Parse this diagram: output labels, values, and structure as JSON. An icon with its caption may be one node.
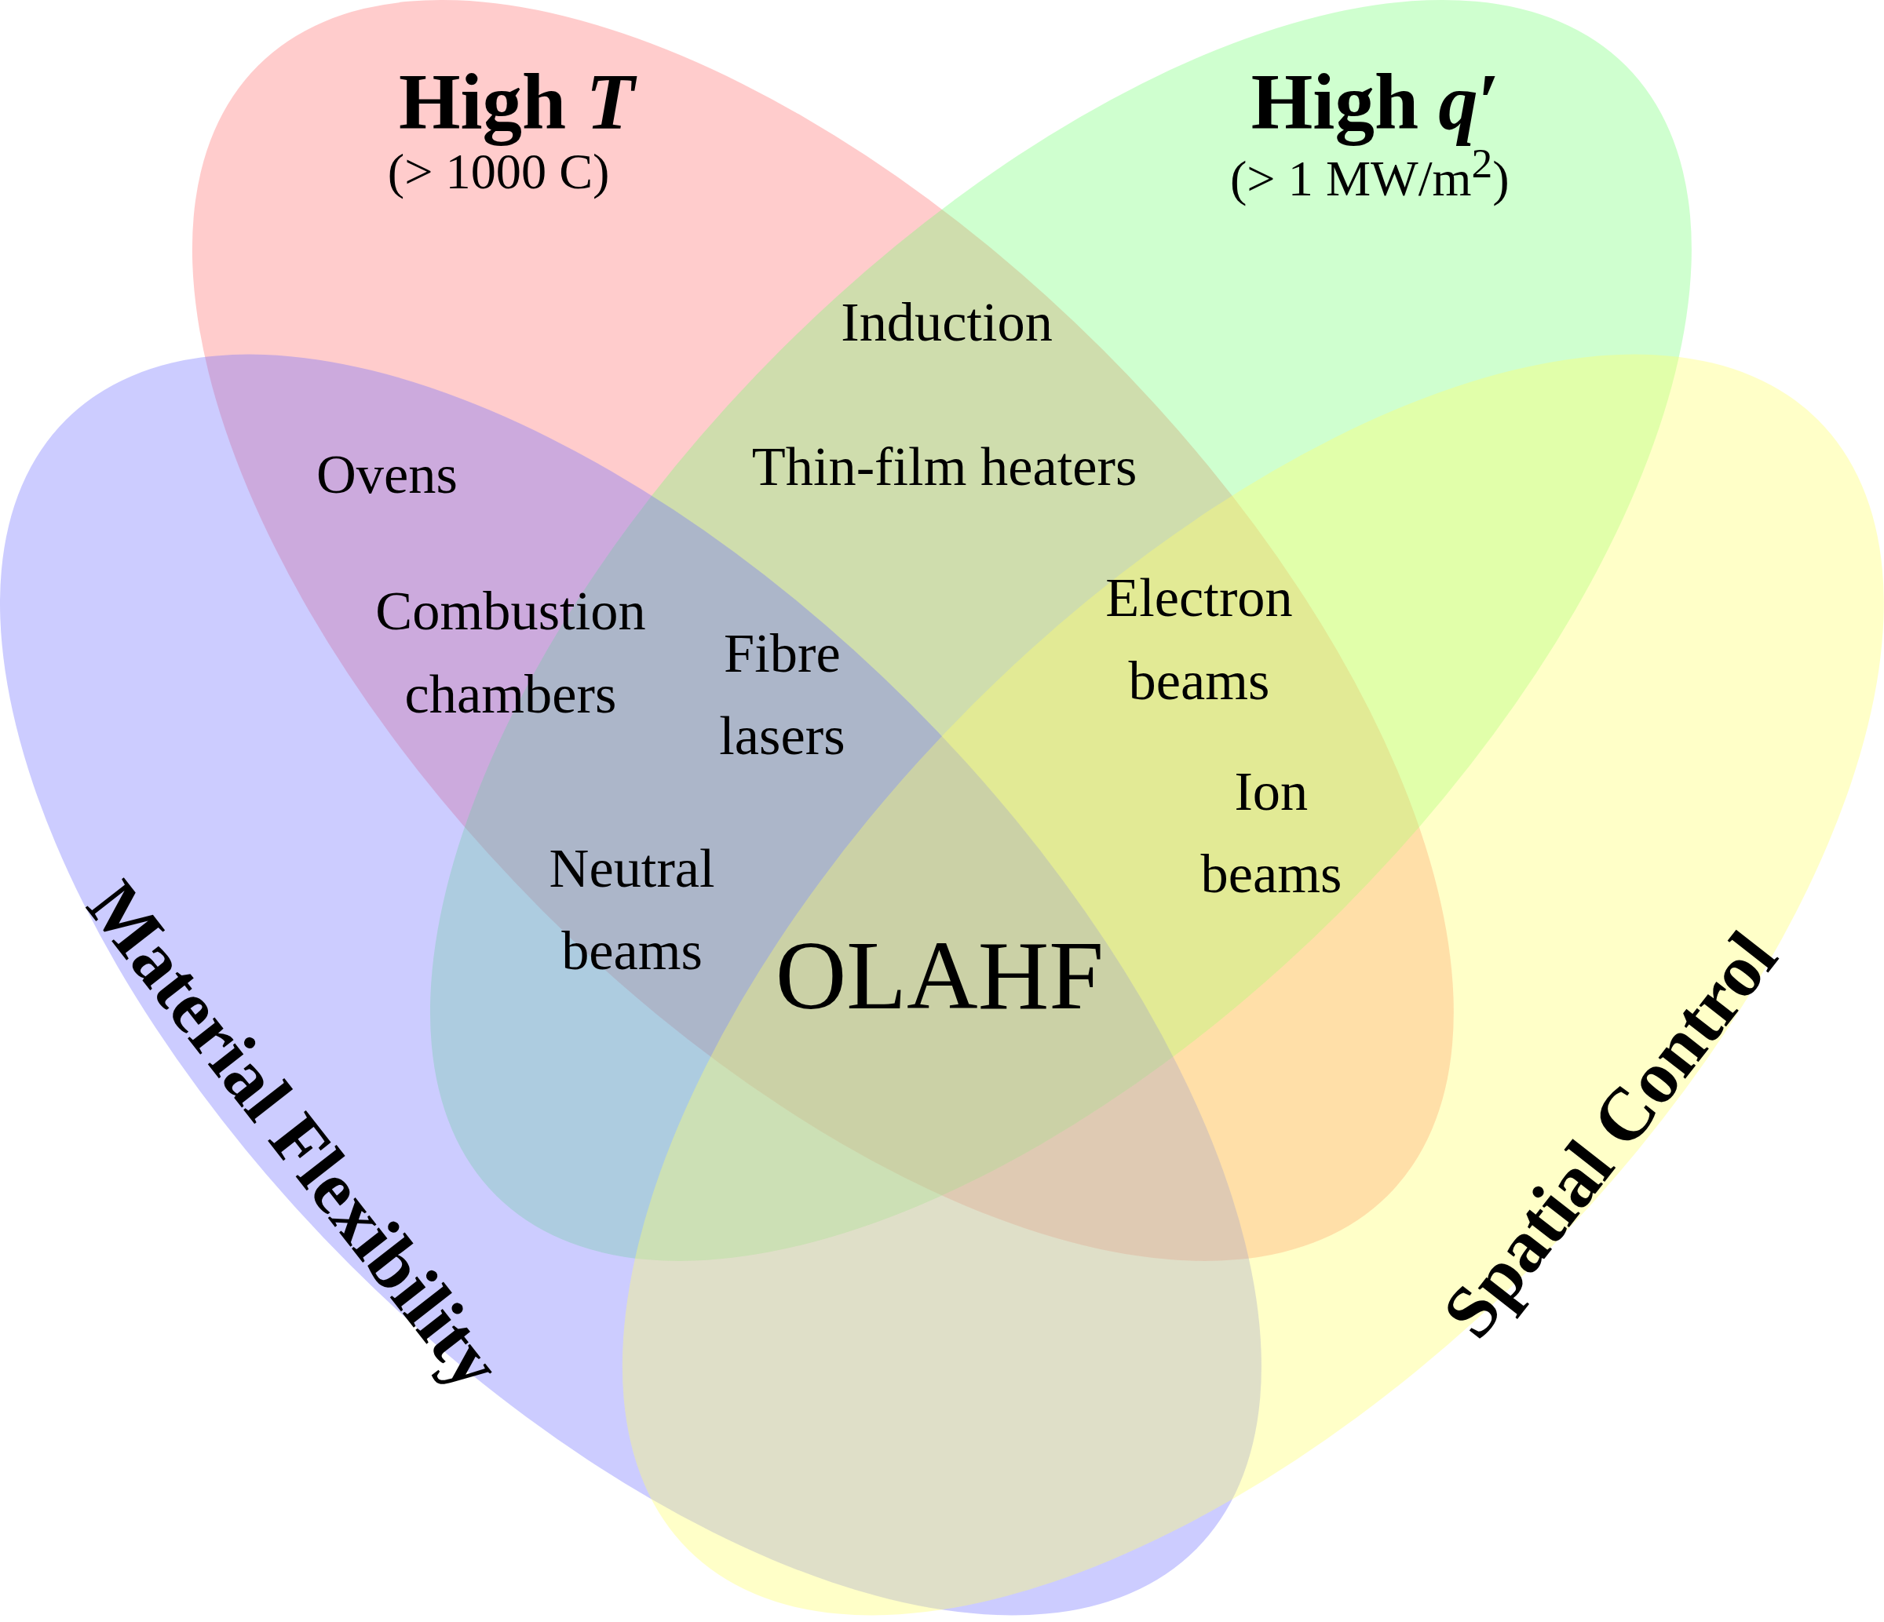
{
  "diagram": {
    "nodes": [
      {
        "text": [
          "High *T*",
          "(> 1000 C)"
        ]
      },
      {
        "text": [
          "High *q*′",
          "(> 1 MW/m$^{2}$)"
        ]
      },
      {
        "text": [
          "Material Flexibility"
        ]
      },
      {
        "text": [
          "Spatial Control"
        ]
      }
    ],
    "labels": [
      "Induction",
      "Thin-film heaters",
      "Ovens",
      "Combustion chambers",
      "Fibre lasers",
      "Electron beams",
      "Ion beams",
      "Neutral beams",
      "OLAHF"
    ]
  }
}
